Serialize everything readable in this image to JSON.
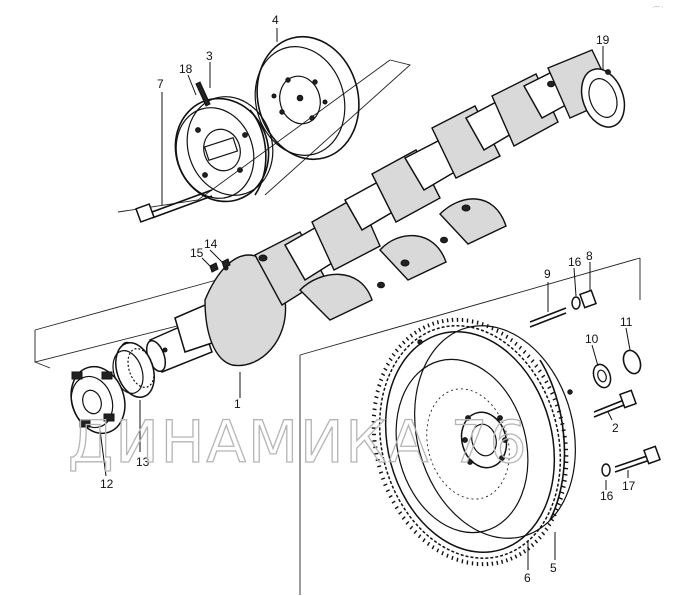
{
  "diagram": {
    "callouts": {
      "c1": "1",
      "c2": "2",
      "c3": "3",
      "c4": "4",
      "c5": "5",
      "c6": "6",
      "c7": "7",
      "c8": "8",
      "c9": "9",
      "c10": "10",
      "c11": "11",
      "c12": "12",
      "c13": "13",
      "c14": "14",
      "c15": "15",
      "c16a": "16",
      "c16b": "16",
      "c17": "17",
      "c18": "18",
      "c19": "19"
    },
    "watermark": "ДИНАМИКА 76",
    "corner_mark": "·─ ·"
  }
}
